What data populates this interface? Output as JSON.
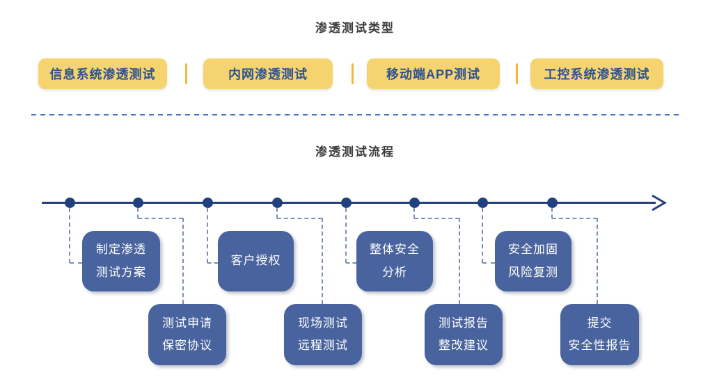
{
  "types": {
    "title": "渗透测试类型",
    "items": [
      {
        "label": "信息系统渗透测试"
      },
      {
        "label": "内网渗透测试"
      },
      {
        "label": "移动端APP测试"
      },
      {
        "label": "工控系统渗透测试"
      }
    ],
    "colors": {
      "box_bg": "#F5D470",
      "box_text": "#2D5191",
      "divider": "#F3B73C"
    }
  },
  "flow": {
    "title": "渗透测试流程",
    "steps": [
      {
        "row": "top",
        "line1": "制定渗透",
        "line2": "测试方案"
      },
      {
        "row": "bottom",
        "line1": "测试申请",
        "line2": "保密协议"
      },
      {
        "row": "top",
        "line1": "客户授权"
      },
      {
        "row": "bottom",
        "line1": "现场测试",
        "line2": "远程测试"
      },
      {
        "row": "top",
        "line1": "整体安全",
        "line2": "分析"
      },
      {
        "row": "bottom",
        "line1": "测试报告",
        "line2": "整改建议"
      },
      {
        "row": "top",
        "line1": "安全加固",
        "line2": "风险复测"
      },
      {
        "row": "bottom",
        "line1": "提交",
        "line2": "安全性报告"
      }
    ],
    "colors": {
      "box_bg": "#48639D",
      "box_text": "#FFFFFF",
      "timeline": "#21407E",
      "connector": "#7B8EB8",
      "separator": "#4472C4"
    }
  }
}
